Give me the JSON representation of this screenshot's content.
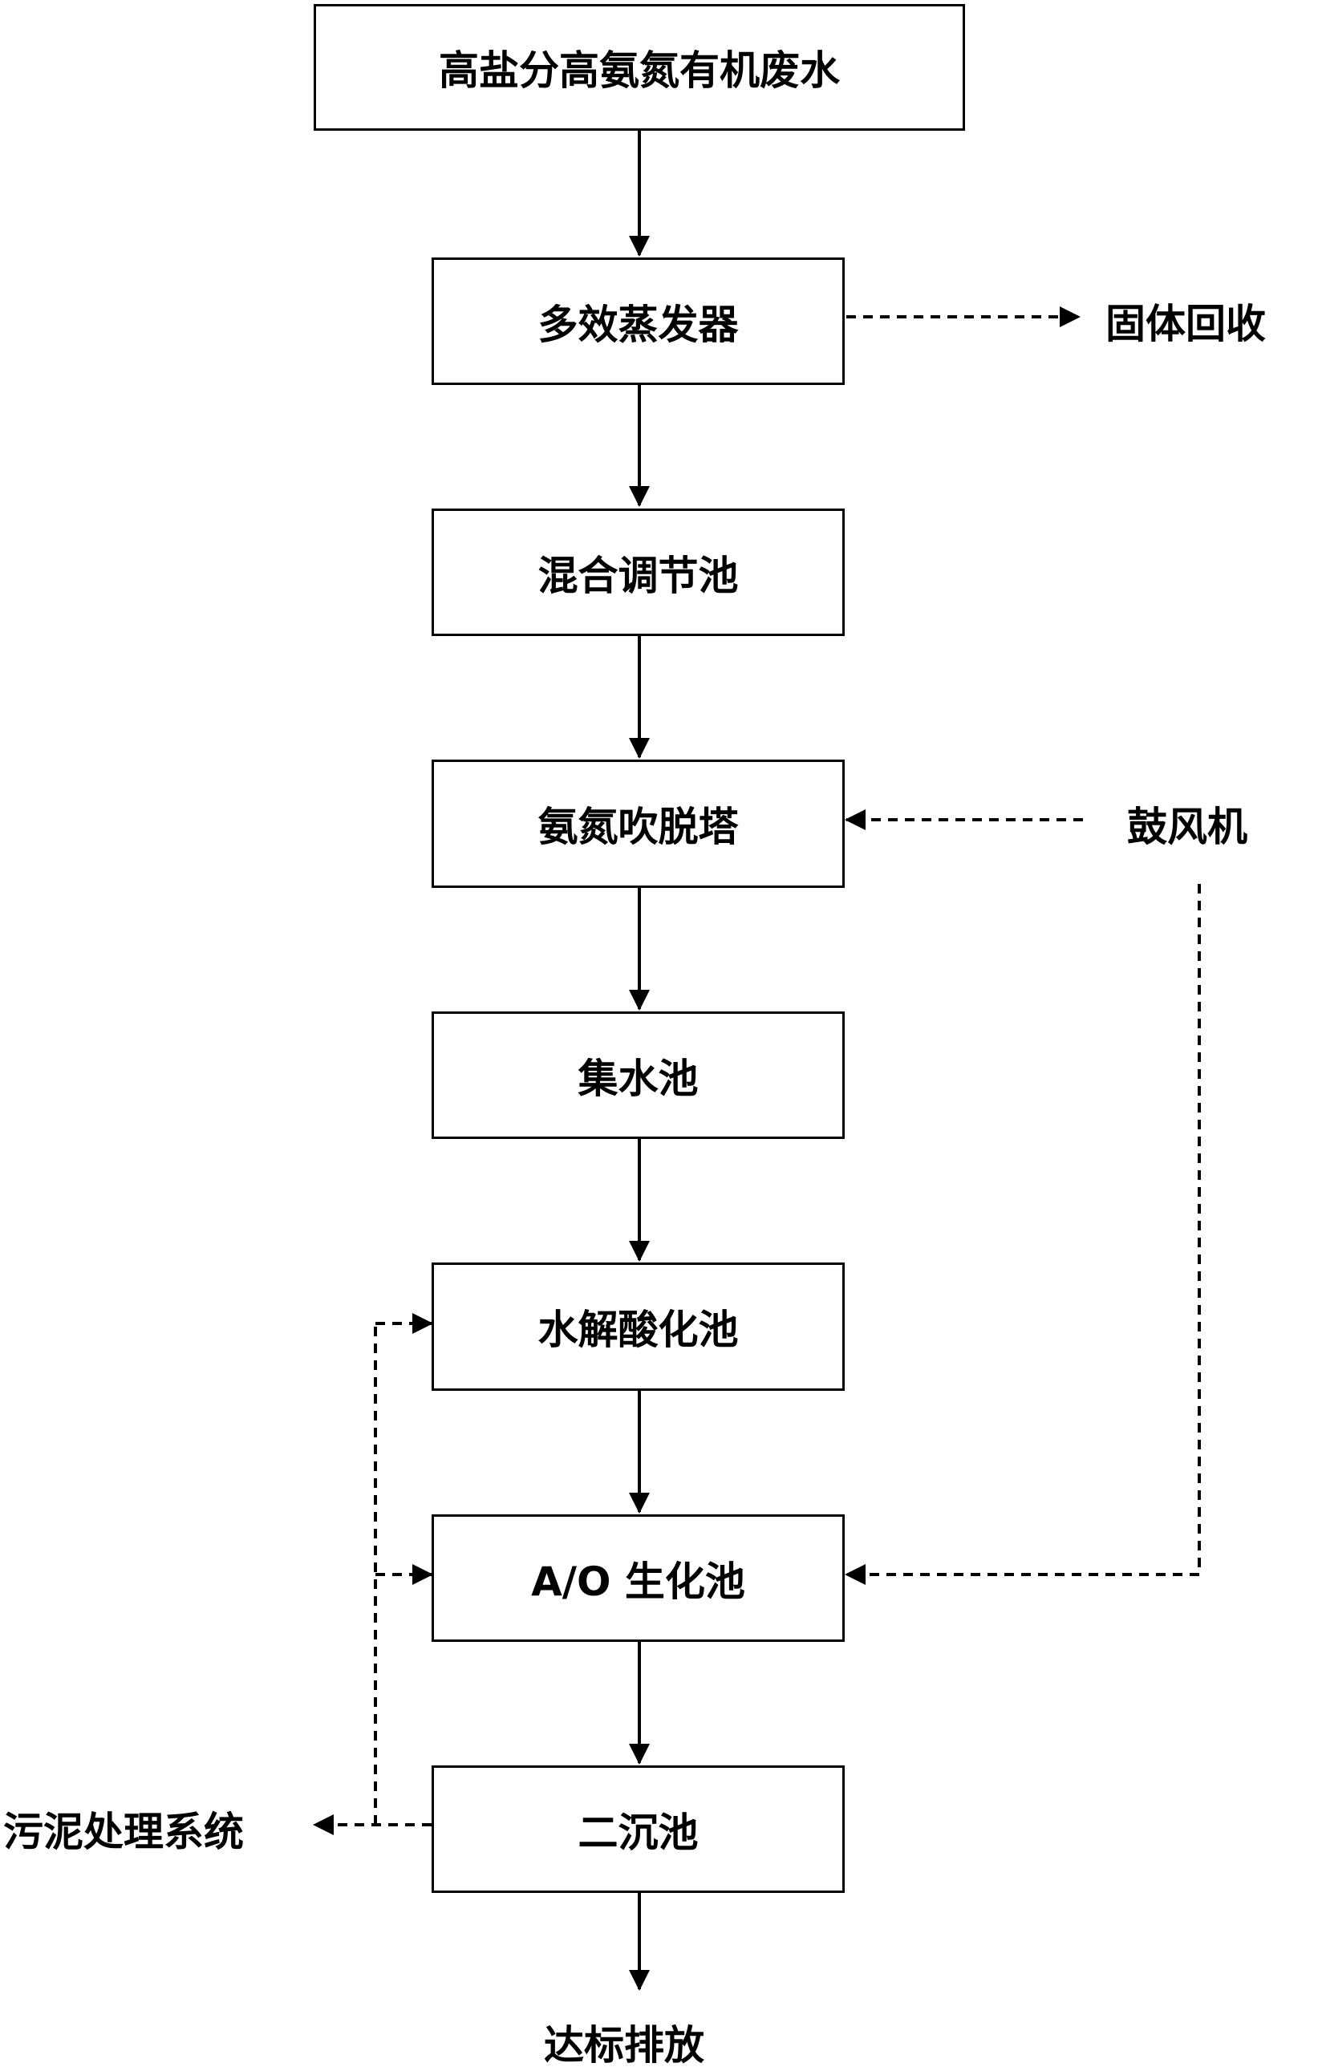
{
  "nodes": {
    "source": "高盐分高氨氮有机废水",
    "evaporator": "多效蒸发器",
    "mixing_tank": "混合调节池",
    "stripping_tower": "氨氮吹脱塔",
    "collection_tank": "集水池",
    "hydrolysis_tank": "水解酸化池",
    "ao_tank": "A/O 生化池",
    "secondary_clarifier": "二沉池"
  },
  "side_labels": {
    "solid_recovery": "固体回收",
    "blower": "鼓风机",
    "sludge_system": "污泥处理系统",
    "discharge": "达标排放"
  }
}
